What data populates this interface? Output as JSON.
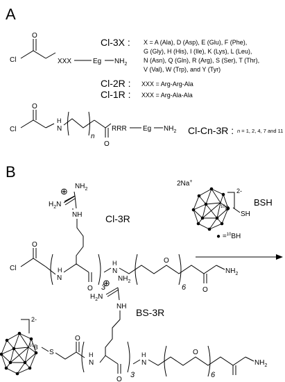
{
  "panels": {
    "a_label": "A",
    "b_label": "B"
  },
  "panel_a": {
    "cl3x": {
      "atom_cl": "Cl",
      "atom_o": "O",
      "chain": "XXX",
      "eg": "Eg",
      "nh2_n": "NH",
      "nh2_sub": "2",
      "name": "Cl-3X :",
      "def_line1": "X = A (Ala), D (Asp), E (Glu), F (Phe),",
      "def_line2": "G (Gly), H (His), I (Ile), K (Lys), L (Leu),",
      "def_line3": "N (Asn), Q (Gln), R (Arg), S (Ser), T (Thr),",
      "def_line4": "V (Val), W (Trp), and Y (Tyr)"
    },
    "cl2r": {
      "name": "Cl-2R :",
      "def": "XXX = Arg-Arg-Ala"
    },
    "cl1r": {
      "name": "Cl-1R :",
      "def": "XXX = Arg-Ala-Ala"
    },
    "clcn3r": {
      "atom_cl": "Cl",
      "atom_o": "O",
      "atom_o2": "O",
      "atom_h": "H",
      "atom_n": "N",
      "subscript_n": "n",
      "chain": "RRR",
      "eg": "Eg",
      "nh2_n": "NH",
      "nh2_sub": "2",
      "name": "Cl-Cn-3R :",
      "def_n": "n",
      "def_rest": " = 1, 2, 4, 7 and 11"
    }
  },
  "panel_b": {
    "cl3r": {
      "label": "Cl-3R",
      "charge": "⊕",
      "h2n_n": "N",
      "h2n_h": "H",
      "h2n_sub": "2",
      "nh2_n": "NH",
      "nh2_sub": "2",
      "nh_guan": "NH",
      "atom_cl": "Cl",
      "atom_o1": "O",
      "atom_o2": "O",
      "atom_o3": "O",
      "atom_o4": "O",
      "atom_h1": "H",
      "atom_n1": "N",
      "atom_h2": "H",
      "atom_n2": "N",
      "sub_3": "3",
      "sub_6": "6",
      "term_nh": "NH",
      "term_sub": "2"
    },
    "bsh": {
      "counterion_n": "2Na",
      "counterion_sup": "+",
      "charge": "2-",
      "boron_iso": "10",
      "boron": "B",
      "sh": "SH",
      "label": "BSH",
      "legend_dot": "●",
      "legend_eq": " =",
      "legend_iso": "10",
      "legend_bh": "BH"
    },
    "bs3r": {
      "label": "BS-3R",
      "charge": "2-",
      "boron_iso": "10",
      "boron": "B",
      "atom_s": "S",
      "guan_charge": "⊕",
      "h2n_n": "N",
      "h2n_h": "H",
      "h2n_sub": "2",
      "nh2_n": "NH",
      "nh2_sub": "2",
      "nh_guan": "NH",
      "atom_o1": "O",
      "atom_o2": "O",
      "atom_o3": "O",
      "atom_h1": "H",
      "atom_n1": "N",
      "atom_h2": "H",
      "atom_n2": "N",
      "sub_3": "3",
      "sub_6": "6",
      "term_nh": "NH",
      "term_sub": "2"
    }
  }
}
